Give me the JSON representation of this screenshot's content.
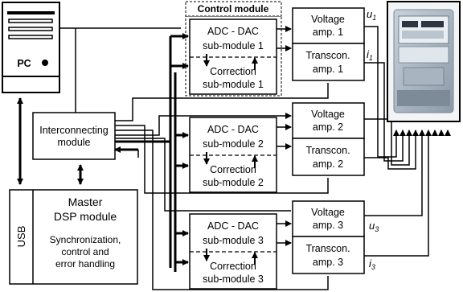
{
  "pc": {
    "label": "PC"
  },
  "control_module": {
    "title": "Control module"
  },
  "interconnecting": {
    "line1": "Interconnecting",
    "line2": "module"
  },
  "master": {
    "line1": "Master",
    "line2": "DSP module",
    "sync1": "Synchronization,",
    "sync2": "control and",
    "sync3": "error handling",
    "usb": "USB"
  },
  "channels": [
    {
      "adc1": "ADC - DAC",
      "adc2": "sub-module 1",
      "cor1": "Correction",
      "cor2": "sub-module 1",
      "volt1": "Voltage",
      "volt2": "amp. 1",
      "trans1": "Transcon.",
      "trans2": "amp. 1"
    },
    {
      "adc1": "ADC - DAC",
      "adc2": "sub-module 2",
      "cor1": "Correction",
      "cor2": "sub-module 2",
      "volt1": "Voltage",
      "volt2": "amp. 2",
      "trans1": "Transcon.",
      "trans2": "amp. 2"
    },
    {
      "adc1": "ADC - DAC",
      "adc2": "sub-module 3",
      "cor1": "Correction",
      "cor2": "sub-module 3",
      "volt1": "Voltage",
      "volt2": "amp. 3",
      "trans1": "Transcon.",
      "trans2": "amp. 3"
    }
  ],
  "signals": {
    "u1": "u",
    "u1_sub": "1",
    "i1": "i",
    "i1_sub": "1",
    "u3": "u",
    "u3_sub": "3",
    "i3": "i",
    "i3_sub": "3"
  }
}
